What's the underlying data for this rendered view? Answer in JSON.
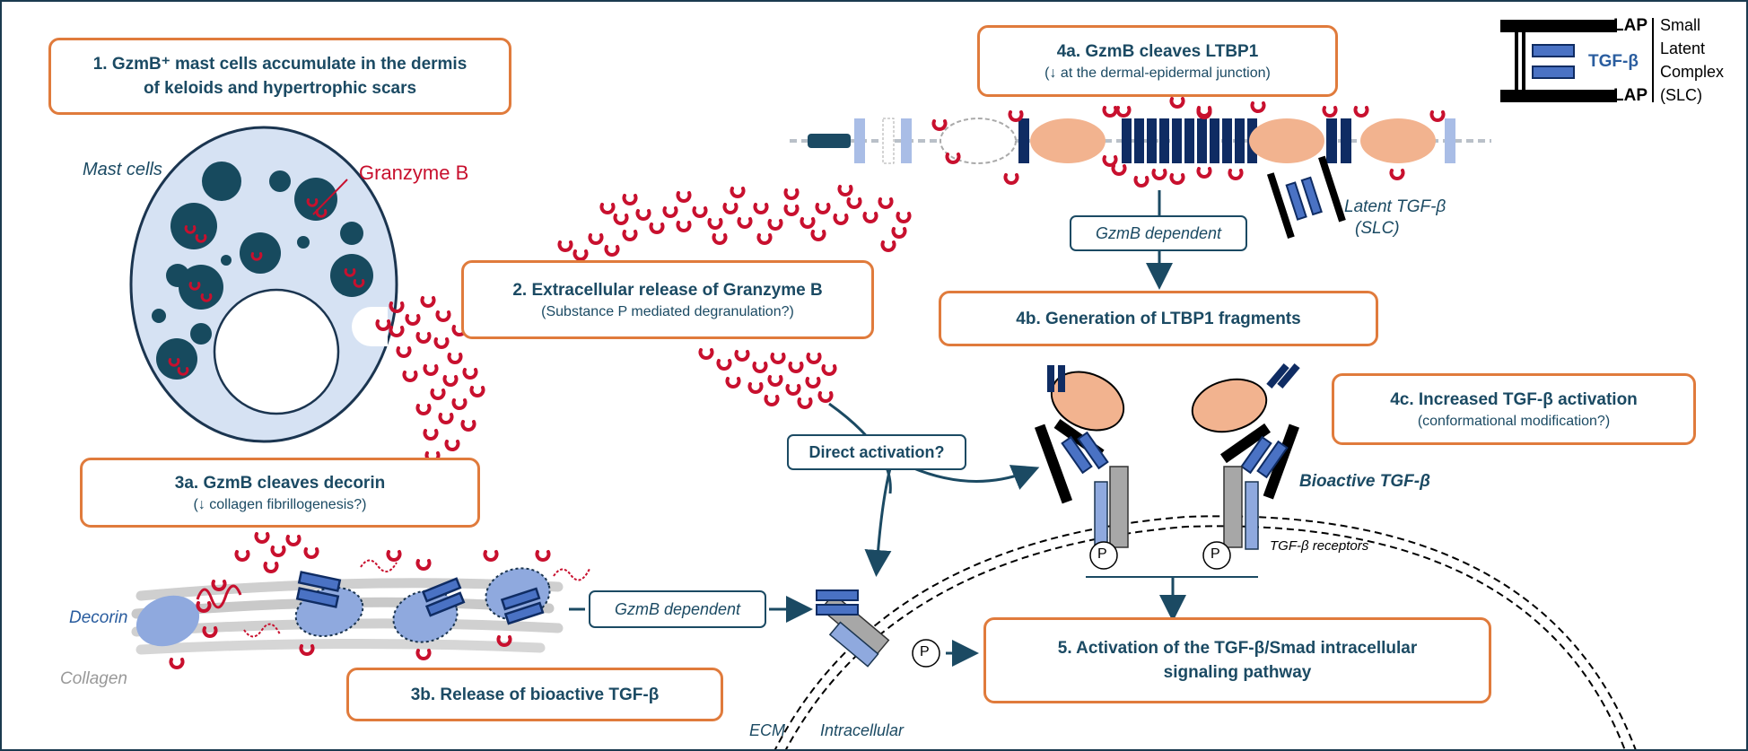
{
  "boxes": {
    "b1": {
      "title": "1. GzmB⁺ mast cells accumulate in the dermis",
      "title2": "of keloids and hypertrophic scars"
    },
    "b2": {
      "title": "2. Extracellular release of Granzyme B",
      "sub": "(Substance P mediated degranulation?)"
    },
    "b3a": {
      "title": "3a. GzmB cleaves decorin",
      "sub": "(↓ collagen fibrillogenesis?)"
    },
    "b3b": {
      "title": "3b. Release of bioactive TGF-β"
    },
    "b4a": {
      "title": "4a. GzmB cleaves LTBP1",
      "sub": "(↓ at the dermal-epidermal junction)"
    },
    "b4b": {
      "title": "4b. Generation of LTBP1 fragments"
    },
    "b4c": {
      "title": "4c. Increased TGF-β activation",
      "sub": "(conformational modification?)"
    },
    "b5": {
      "title": "5. Activation of the TGF-β/Smad intracellular",
      "title2": "signaling pathway"
    }
  },
  "pills": {
    "gzmb_dependent_top": "GzmB dependent",
    "direct_activation": "Direct activation?",
    "gzmb_dependent_bottom": "GzmB dependent"
  },
  "labels": {
    "mast_cells": "Mast cells",
    "granzyme_b": "Granzyme B",
    "decorin": "Decorin",
    "collagen": "Collagen",
    "latent_tgfb": "Latent TGF-β",
    "slc": "(SLC)",
    "bioactive_tgfb": "Bioactive TGF-β",
    "tgfb_receptors": "TGF-β receptors",
    "ecm": "ECM",
    "intracellular": "Intracellular",
    "p": "P"
  },
  "legend": {
    "lap": "LAP",
    "tgfb": "TGF-β",
    "line1": "Small",
    "line2": "Latent",
    "line3": "Complex",
    "line4": "(SLC)"
  },
  "colors": {
    "navy": "#0f2c63",
    "teal_dark": "#1b4a63",
    "orange": "#e07b3c",
    "red": "#c8102e",
    "peach": "#f2b38f",
    "blue_mid": "#4a72c4",
    "blue_light": "#8fa9de",
    "grey": "#9a9a9a"
  }
}
